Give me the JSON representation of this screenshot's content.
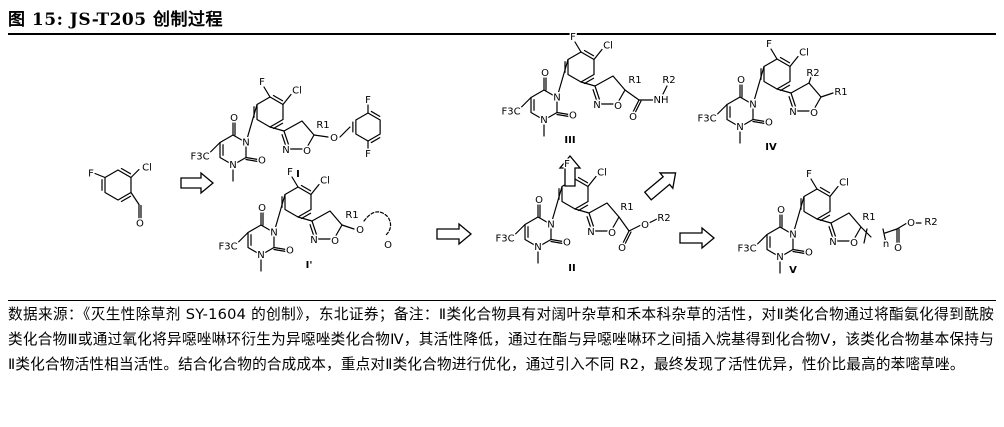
{
  "title": "图 15:  JS-T205 创制过程",
  "diagram": {
    "start": {
      "labels": [
        "F",
        "Cl",
        "O"
      ]
    },
    "compounds": [
      {
        "id": "I",
        "labels": [
          "F",
          "Cl",
          "O",
          "N",
          "N",
          "O",
          "F3C",
          "O",
          "N",
          "R1",
          "O",
          "F",
          "F"
        ]
      },
      {
        "id": "I'",
        "labels": [
          "F",
          "Cl",
          "O",
          "N",
          "N",
          "O",
          "F3C",
          "O",
          "N",
          "R1",
          "O",
          "O"
        ]
      },
      {
        "id": "II",
        "labels": [
          "F",
          "Cl",
          "O",
          "N",
          "N",
          "O",
          "F3C",
          "O",
          "N",
          "R1",
          "O",
          "O",
          "R2"
        ]
      },
      {
        "id": "III",
        "labels": [
          "F",
          "Cl",
          "O",
          "N",
          "N",
          "O",
          "F3C",
          "O",
          "N",
          "R1",
          "R2",
          "NH",
          "O"
        ]
      },
      {
        "id": "IV",
        "labels": [
          "F",
          "Cl",
          "O",
          "N",
          "N",
          "O",
          "F3C",
          "O",
          "N",
          "R2",
          "R1"
        ]
      },
      {
        "id": "V",
        "labels": [
          "F",
          "Cl",
          "O",
          "N",
          "N",
          "O",
          "F3C",
          "O",
          "N",
          "R1",
          "n",
          "O",
          "O",
          "R2"
        ]
      }
    ]
  },
  "note": "数据来源：《灭生性除草剂 SY-1604 的创制》，东北证券；备注：Ⅱ类化合物具有对阔叶杂草和禾本科杂草的活性，对Ⅱ类化合物通过将酯氨化得到酰胺类化合物Ⅲ或通过氧化将异噁唑啉环衍生为异噁唑类化合物Ⅳ，其活性降低，通过在酯与异噁唑啉环之间插入烷基得到化合物Ⅴ，该类化合物基本保持与Ⅱ类化合物活性相当活性。结合化合物的合成成本，重点对Ⅱ类化合物进行优化，通过引入不同 R2，最终发现了活性优异，性价比最高的苯嘧草唑。"
}
